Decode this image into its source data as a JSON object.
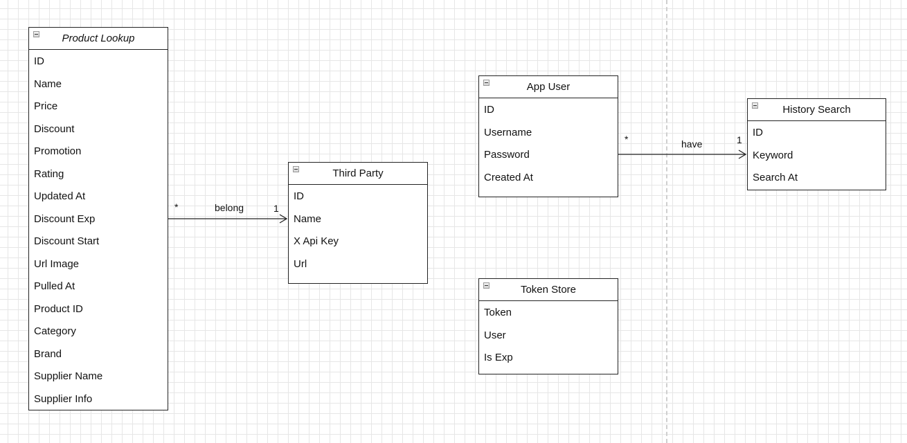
{
  "classes": {
    "product_lookup": {
      "title": "Product Lookup",
      "fields": [
        "ID",
        "Name",
        "Price",
        "Discount",
        "Promotion",
        "Rating",
        "Updated At",
        "Discount Exp",
        "Discount Start",
        "Url Image",
        "Pulled At",
        "Product ID",
        "Category",
        "Brand",
        "Supplier Name",
        "Supplier Info"
      ]
    },
    "third_party": {
      "title": "Third Party",
      "fields": [
        "ID",
        "Name",
        "X Api Key",
        "Url"
      ]
    },
    "app_user": {
      "title": "App User",
      "fields": [
        "ID",
        "Username",
        "Password",
        "Created At"
      ]
    },
    "history_search": {
      "title": "History Search",
      "fields": [
        "ID",
        "Keyword",
        "Search At"
      ]
    },
    "token_store": {
      "title": "Token Store",
      "fields": [
        "Token",
        "User",
        "Is Exp"
      ]
    }
  },
  "associations": {
    "belong": {
      "label": "belong",
      "source_multiplicity": "*",
      "target_multiplicity": "1"
    },
    "have": {
      "label": "have",
      "source_multiplicity": "*",
      "target_multiplicity": "1"
    }
  },
  "colors": {
    "grid": "#e6e6e6",
    "border": "#222222",
    "divider": "#cfcfcf"
  }
}
